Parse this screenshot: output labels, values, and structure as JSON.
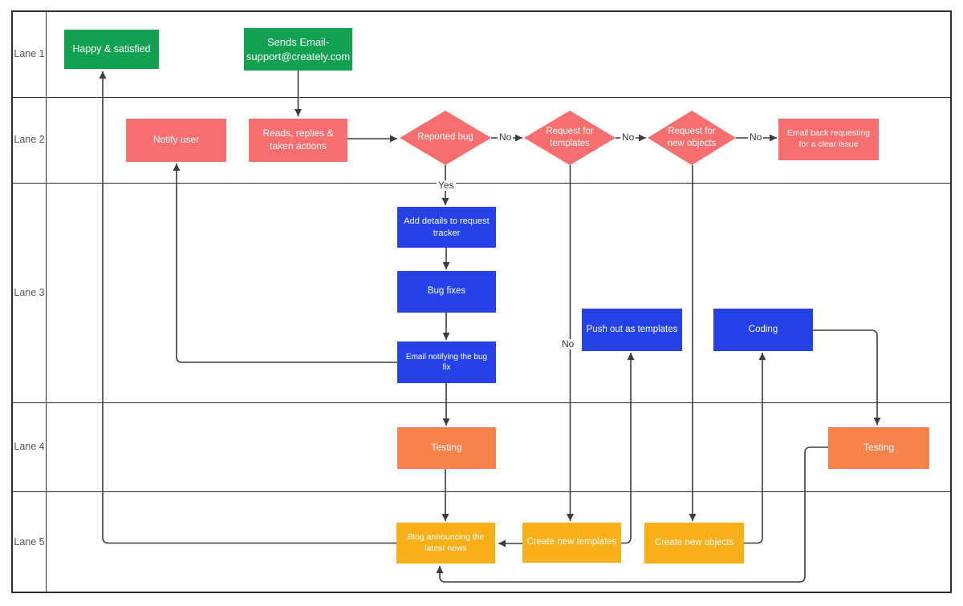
{
  "diagram": {
    "type": "swimlane-flowchart",
    "lanes": [
      {
        "label": "Lane 1"
      },
      {
        "label": "Lane 2"
      },
      {
        "label": "Lane 3"
      },
      {
        "label": "Lane 4"
      },
      {
        "label": "Lane 5"
      }
    ],
    "nodes": {
      "happy": {
        "label": "Happy & satisfied",
        "shape": "process",
        "color": "green"
      },
      "sends_email": {
        "label": "Sends Email- support@creately.com",
        "shape": "process",
        "color": "green"
      },
      "notify_user": {
        "label": "Notify user",
        "shape": "process",
        "color": "red"
      },
      "reads_replies": {
        "label": "Reads, replies & taken actions",
        "shape": "process",
        "color": "red"
      },
      "reported_bug": {
        "label": "Reported bug",
        "shape": "decision",
        "color": "red"
      },
      "request_templates": {
        "label": "Request for templates",
        "shape": "decision",
        "color": "red"
      },
      "request_objects": {
        "label": "Request for new objects",
        "shape": "decision",
        "color": "red"
      },
      "email_back": {
        "label": "Email back requesting for a clear issue",
        "shape": "process",
        "color": "red"
      },
      "add_details": {
        "label": "Add details to request tracker",
        "shape": "process",
        "color": "blue"
      },
      "bug_fixes": {
        "label": "Bug fixes",
        "shape": "process",
        "color": "blue"
      },
      "email_notifying": {
        "label": "Email notifying the bug fix",
        "shape": "process",
        "color": "blue"
      },
      "push_out": {
        "label": "Push out as templates",
        "shape": "process",
        "color": "blue"
      },
      "coding": {
        "label": "Coding",
        "shape": "process",
        "color": "blue"
      },
      "testing_bug": {
        "label": "Testing",
        "shape": "process",
        "color": "orange"
      },
      "testing_code": {
        "label": "Testing",
        "shape": "process",
        "color": "orange"
      },
      "blog": {
        "label": "Blog announcing the latest news",
        "shape": "process",
        "color": "amber"
      },
      "create_templates": {
        "label": "Create new templates",
        "shape": "process",
        "color": "amber"
      },
      "create_objects": {
        "label": "Create new objects",
        "shape": "process",
        "color": "amber"
      }
    },
    "edge_labels": {
      "no1": "No",
      "no2": "No",
      "no3": "No",
      "no4": "No",
      "yes1": "Yes"
    },
    "colors": {
      "green": "#12A150",
      "red": "#F66E6E",
      "blue": "#2442E8",
      "orange": "#F7834B",
      "amber": "#F9AF17",
      "line": "#3C3C3C",
      "lane_border": "#2E2E2E",
      "label_text": "#555555"
    }
  }
}
